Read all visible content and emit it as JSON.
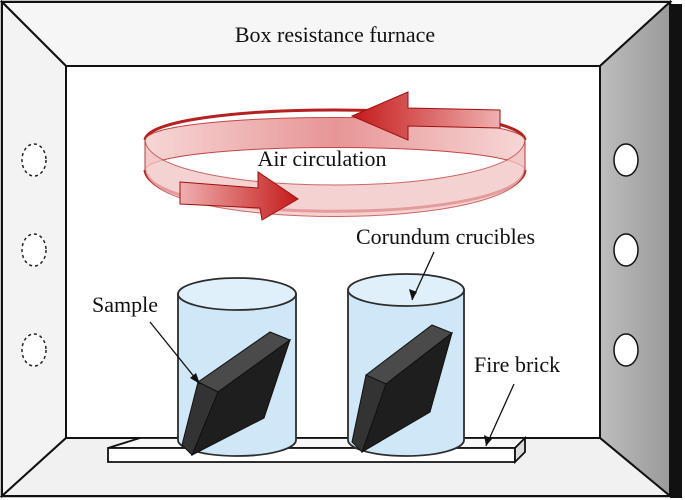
{
  "labels": {
    "title": "Box resistance furnace",
    "air": "Air circulation",
    "crucibles": "Corundum crucibles",
    "sample": "Sample",
    "brick": "Fire brick"
  },
  "colors": {
    "arrow_red": "#c41a1a",
    "arrow_light": "#f2c4c4",
    "crucible_fill": "#cfe7f7",
    "crucible_stroke": "#2c2c2c",
    "sample_dark": "#1e1e1e",
    "right_wall": "#a8a8a8",
    "left_wall": "#f3f3f3",
    "top_wall": "#f6f6f6"
  },
  "icons": {
    "left_wall_vents": "dashed-circle",
    "right_wall_vents": "circle"
  }
}
